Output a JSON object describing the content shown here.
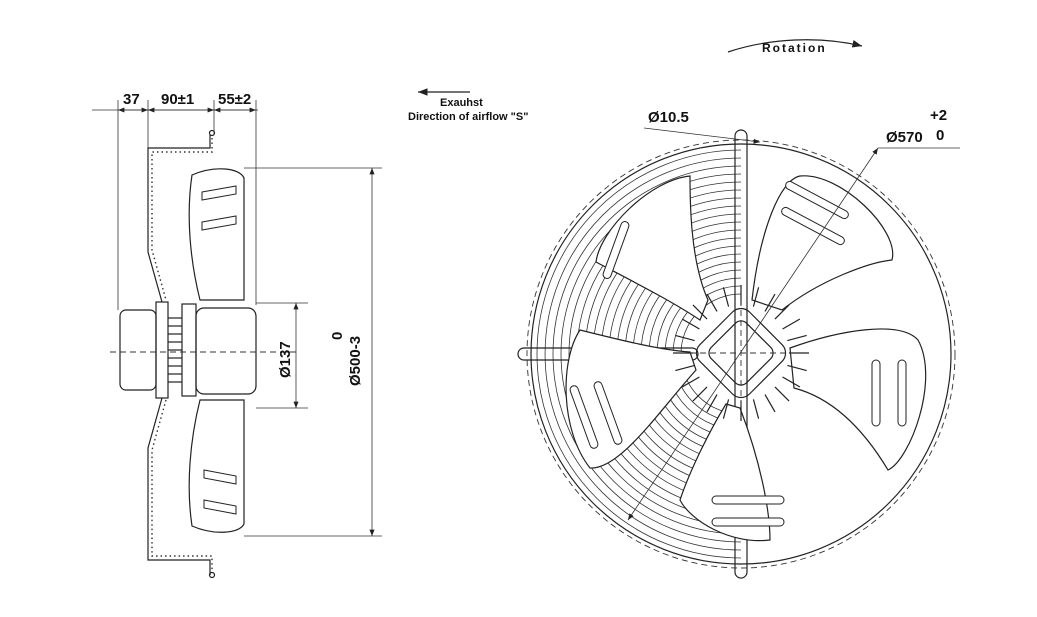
{
  "side_view": {
    "dim_top_1": "37",
    "dim_top_2": "90±1",
    "dim_top_3": "55±2",
    "hub_diameter": "Ø137",
    "blade_diameter": "Ø500-3",
    "blade_tol_upper": "0"
  },
  "airflow": {
    "line1": "Exauhst",
    "line2": "Direction of airflow \"S\""
  },
  "front_view": {
    "rotation_label": "Rotation",
    "wire_diameter": "Ø10.5",
    "guard_diameter": "Ø570",
    "guard_tol_upper": "+2",
    "guard_tol_lower": "0"
  }
}
